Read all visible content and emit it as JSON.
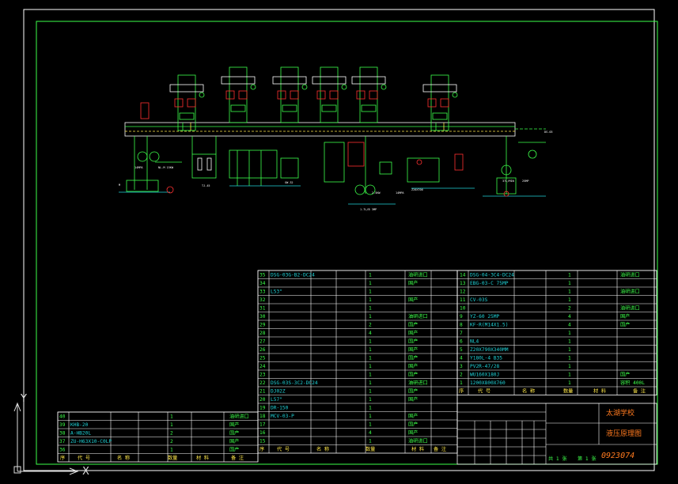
{
  "colors": {
    "background": "#000000",
    "frame": "#3dff4a",
    "table_lines": "#ffffff",
    "text_cyan": "#1fd3d8",
    "text_green": "#3dff4a",
    "text_orange": "#ff7a1f",
    "text_yellow": "#ffe84a",
    "schematic_red": "#ff3030"
  },
  "parts_right": [
    {
      "no": "14",
      "code": "DSG-04-3C4-DC24",
      "qty": "1",
      "note": "油研进口"
    },
    {
      "no": "13",
      "code": "EBG-03-C 75MP",
      "qty": "1",
      "note": ""
    },
    {
      "no": "12",
      "code": "",
      "qty": "1",
      "note": "油研进口"
    },
    {
      "no": "11",
      "code": "CV-03S",
      "qty": "1",
      "note": ""
    },
    {
      "no": "10",
      "code": "",
      "qty": "2",
      "note": "油研进口"
    },
    {
      "no": "9",
      "code": "YZ-60 25MP",
      "qty": "4",
      "note": "国产"
    },
    {
      "no": "8",
      "code": "KF-R(M14X1.5)",
      "qty": "4",
      "note": "国产"
    },
    {
      "no": "7",
      "code": "",
      "qty": "1",
      "note": ""
    },
    {
      "no": "6",
      "code": "NL4",
      "qty": "1",
      "note": ""
    },
    {
      "no": "5",
      "code": "Z20X790X340MM",
      "qty": "1",
      "note": ""
    },
    {
      "no": "4",
      "code": "Y180L-4 B35",
      "qty": "1",
      "note": ""
    },
    {
      "no": "3",
      "code": "PV2R-47/28",
      "qty": "1",
      "note": ""
    },
    {
      "no": "2",
      "code": "WU160X180J",
      "qty": "1",
      "note": "国产"
    },
    {
      "no": "1",
      "code": "1200X800X760",
      "qty": "1",
      "note": "容积 400L"
    }
  ],
  "parts_mid": [
    {
      "no": "35",
      "code": "DSG-03G-B2-DC24",
      "qty": "1",
      "mat": "",
      "note": "油研进口"
    },
    {
      "no": "34",
      "code": "",
      "qty": "1",
      "mat": "",
      "note": "国产"
    },
    {
      "no": "33",
      "code": "L53\"",
      "qty": "1",
      "mat": "",
      "note": ""
    },
    {
      "no": "32",
      "code": "",
      "qty": "1",
      "mat": "",
      "note": "国产"
    },
    {
      "no": "31",
      "code": "",
      "qty": "1",
      "mat": "",
      "note": ""
    },
    {
      "no": "30",
      "code": "",
      "qty": "1",
      "mat": "",
      "note": "油研进口"
    },
    {
      "no": "29",
      "code": "",
      "qty": "2",
      "mat": "",
      "note": "国产"
    },
    {
      "no": "28",
      "code": "",
      "qty": "4",
      "mat": "",
      "note": "国产"
    },
    {
      "no": "27",
      "code": "",
      "qty": "1",
      "mat": "",
      "note": "国产"
    },
    {
      "no": "26",
      "code": "",
      "qty": "1",
      "mat": "",
      "note": "国产"
    },
    {
      "no": "25",
      "code": "",
      "qty": "1",
      "mat": "",
      "note": "国产"
    },
    {
      "no": "24",
      "code": "",
      "qty": "1",
      "mat": "",
      "note": "国产"
    },
    {
      "no": "23",
      "code": "",
      "qty": "1",
      "mat": "",
      "note": "国产"
    },
    {
      "no": "22",
      "code": "DSG-03S-3C2-DC24",
      "qty": "1",
      "mat": "",
      "note": "油研进口"
    },
    {
      "no": "21",
      "code": "DJ02Z",
      "qty": "1",
      "mat": "",
      "note": "国产"
    },
    {
      "no": "20",
      "code": "L57\"",
      "qty": "1",
      "mat": "",
      "note": "国产"
    },
    {
      "no": "19",
      "code": "DR-150",
      "qty": "1",
      "mat": "",
      "note": ""
    },
    {
      "no": "18",
      "code": "MCV-03-P",
      "qty": "1",
      "mat": "",
      "note": "国产"
    },
    {
      "no": "17",
      "code": "",
      "qty": "1",
      "mat": "",
      "note": "国产"
    },
    {
      "no": "16",
      "code": "",
      "qty": "4",
      "mat": "",
      "note": "国产"
    },
    {
      "no": "15",
      "code": "",
      "qty": "1",
      "mat": "",
      "note": "油研进口"
    }
  ],
  "parts_left": [
    {
      "no": "40",
      "code": "",
      "qty": "1",
      "note": "油研进口"
    },
    {
      "no": "39",
      "code": "KHB-20",
      "qty": "1",
      "note": "国产"
    },
    {
      "no": "38",
      "code": "A-HB20L",
      "qty": "2",
      "note": "国产"
    },
    {
      "no": "37",
      "code": "ZU-H63X10-C0LP",
      "qty": "2",
      "note": "国产"
    },
    {
      "no": "36",
      "code": "",
      "qty": "1",
      "note": "国产"
    }
  ],
  "header_labels": {
    "no": "序",
    "code": "代 号",
    "name": "名 称",
    "qty": "数量",
    "material": "材 料",
    "note": "备 注"
  },
  "title_block": {
    "school": "太湖学校",
    "drawing_name": "液压原理图",
    "drawing_no": "0923074",
    "sheet_info_a": "共 1 张",
    "sheet_info_b": "第 1 张"
  },
  "ucs": {
    "x_label": "X",
    "y_label": "Y"
  }
}
